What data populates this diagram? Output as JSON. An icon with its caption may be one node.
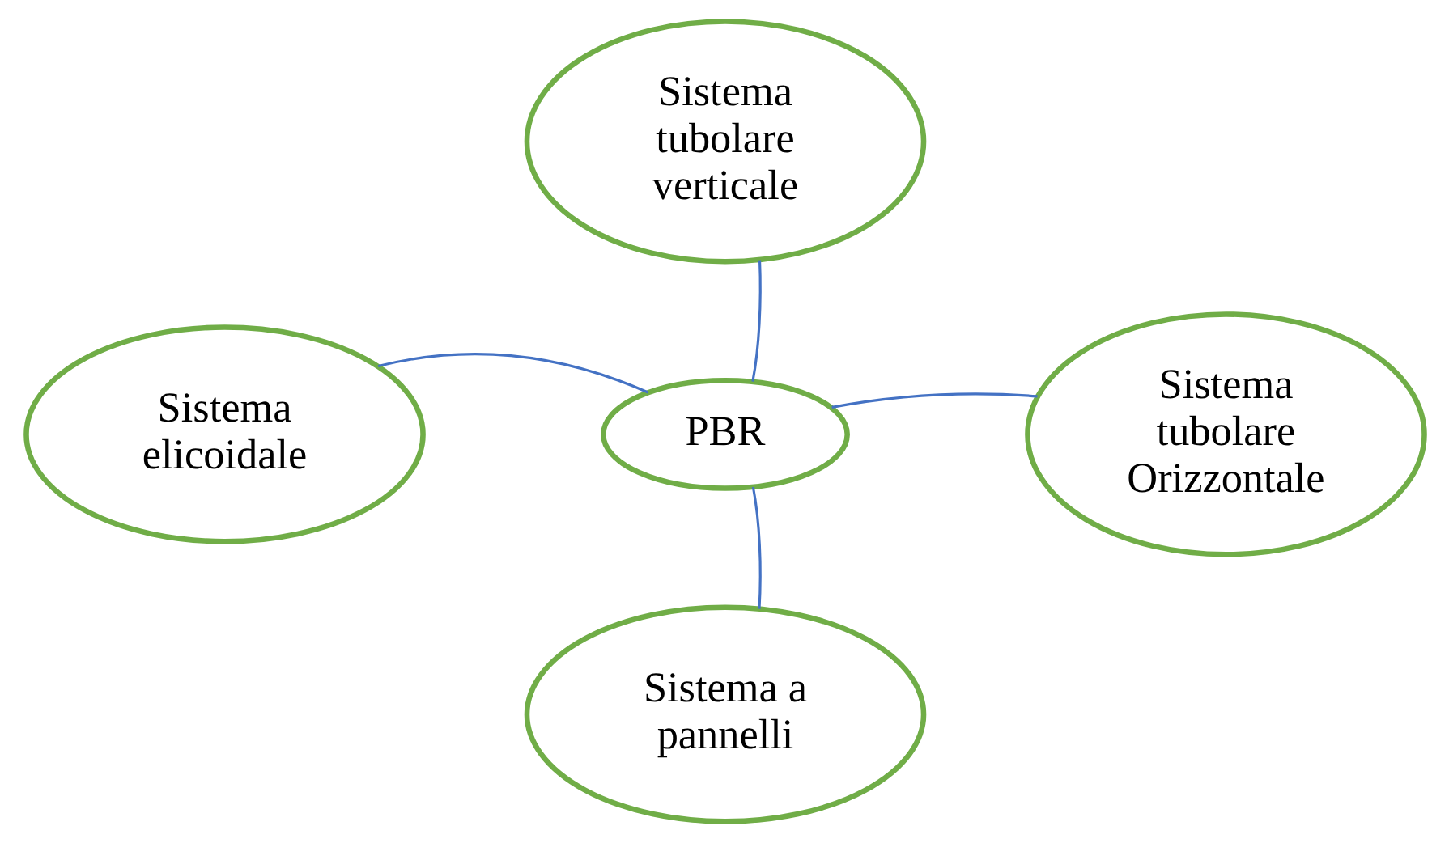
{
  "diagram": {
    "nodes": [
      {
        "text": [
          "PBR"
        ]
      },
      {
        "text": [
          "Sistema tubolare verticale"
        ]
      },
      {
        "text": [
          "Sistema elicoidale"
        ]
      },
      {
        "text": [
          "Sistema tubolare Orizzontale"
        ]
      },
      {
        "text": [
          "Sistema a pannelli"
        ]
      }
    ],
    "edges": [
      {
        "from": 0,
        "to": 1,
        "arrow": "none"
      },
      {
        "from": 0,
        "to": 2,
        "arrow": "none"
      },
      {
        "from": 0,
        "to": 3,
        "arrow": "none"
      },
      {
        "from": 0,
        "to": 4,
        "arrow": "none"
      }
    ]
  }
}
